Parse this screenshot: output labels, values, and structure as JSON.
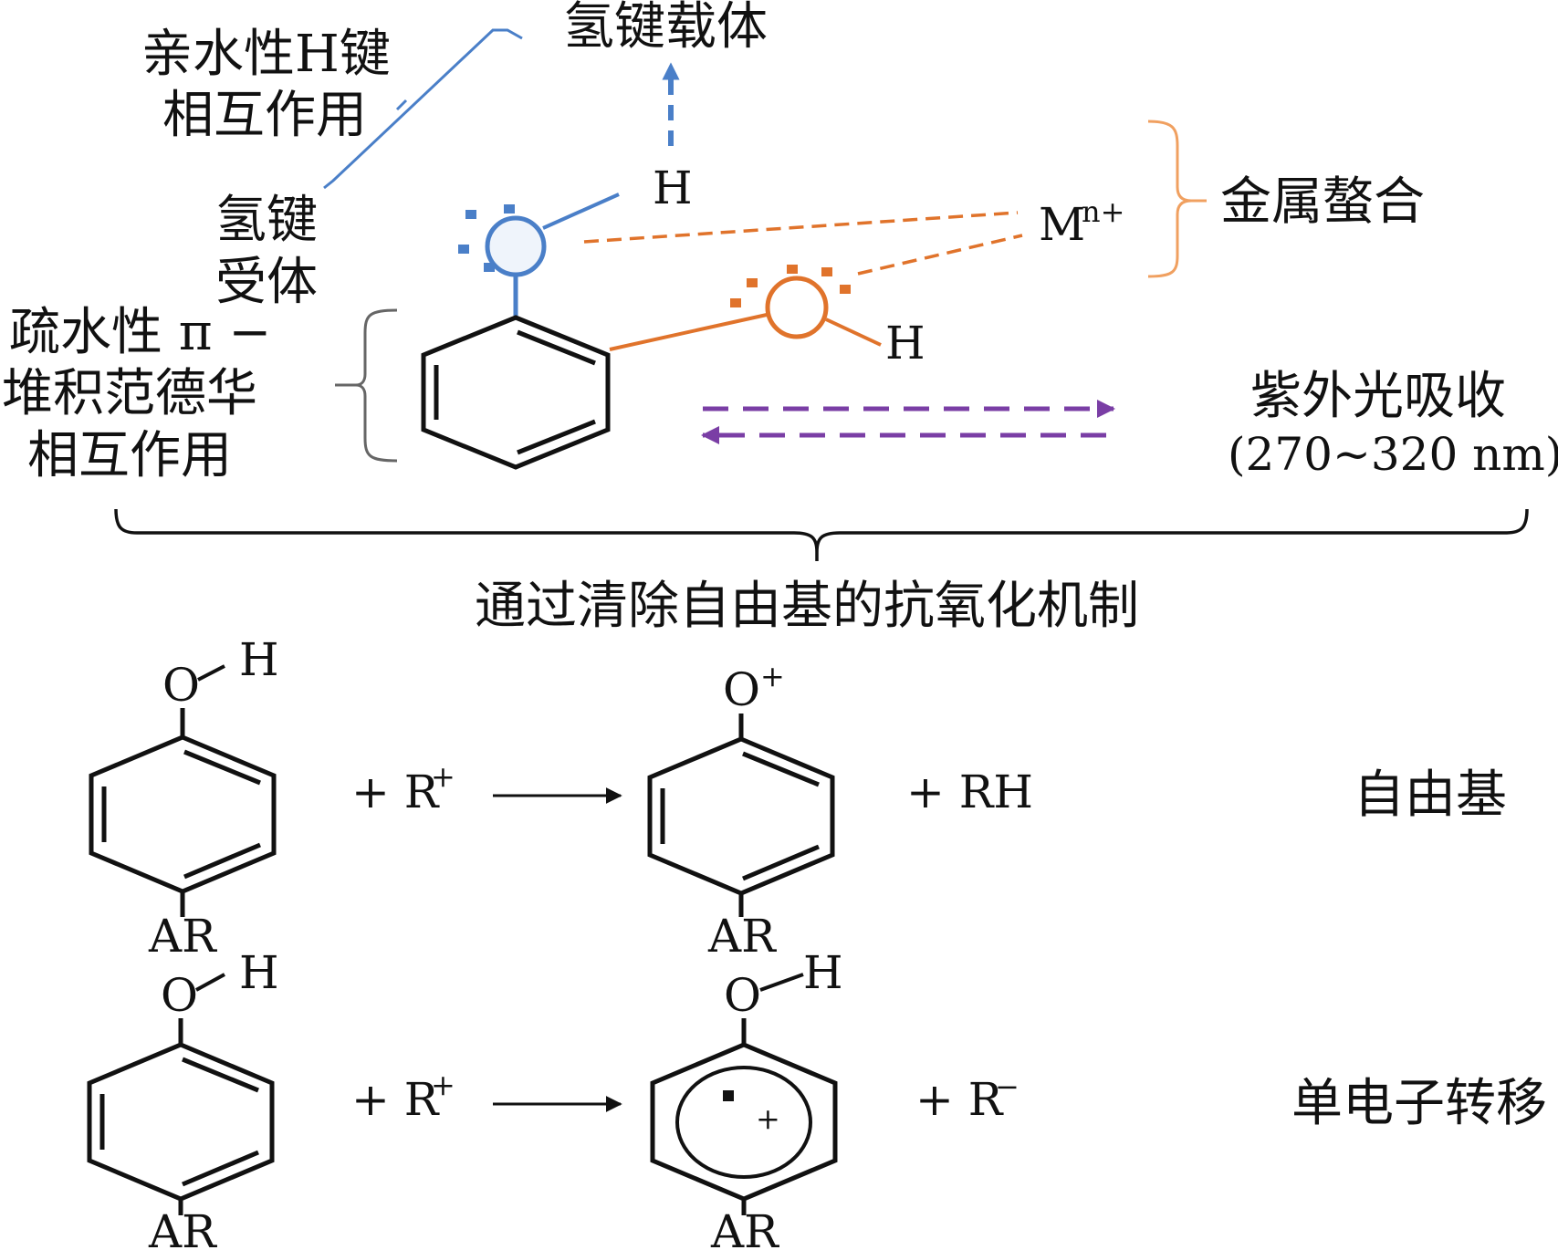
{
  "colors": {
    "ink": "#111111",
    "blue": "#4a7fc8",
    "orange": "#e0732b",
    "purple": "#7a3ea5",
    "bracket_orange": "#f0a060",
    "bracket_gray": "#666666"
  },
  "labels": {
    "h_bond_donor": "氢键载体",
    "hydrophilic_line1": "亲水性H键",
    "hydrophilic_line2": "相互作用",
    "h_bond_acceptor_line1": "氢键",
    "h_bond_acceptor_line2": "受体",
    "hydrophobic_line1": "疏水性 π −",
    "hydrophobic_line2": "堆积范德华",
    "hydrophobic_line3": "相互作用",
    "metal_chelation": "金属螯合",
    "uv_absorption": "紫外光吸收",
    "uv_range": "(270~320 nm)",
    "mechanism_title": "通过清除自由基的抗氧化机制",
    "free_radical": "自由基",
    "single_electron_transfer": "单电子转移"
  },
  "atoms": {
    "H": "H",
    "O": "O",
    "M": "M",
    "M_charge": "n+",
    "AR": "AR",
    "plus_sign": "+"
  },
  "reactions": {
    "row1": {
      "reactant_term": "+ R",
      "reactant_charge": "+",
      "product_term": "+ RH"
    },
    "row2": {
      "reactant_term": "+ R",
      "reactant_charge": "+",
      "product_term": "+ R",
      "product_charge": "−"
    }
  }
}
